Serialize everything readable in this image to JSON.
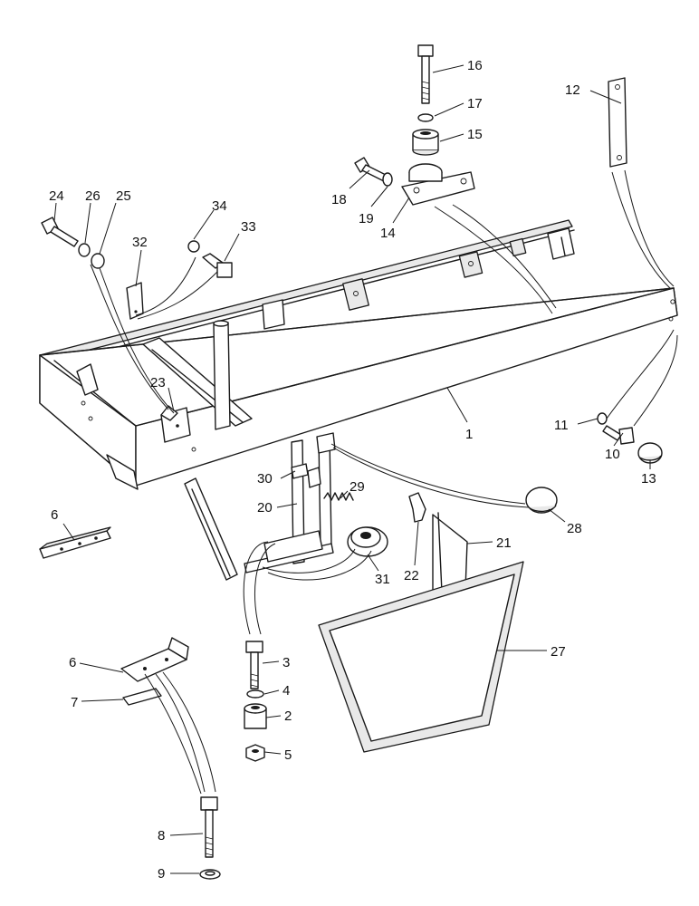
{
  "labels": {
    "1": "1",
    "2": "2",
    "3": "3",
    "4": "4",
    "5": "5",
    "6": "6",
    "6b": "6",
    "7": "7",
    "8": "8",
    "9": "9",
    "10": "10",
    "11": "11",
    "12": "12",
    "13": "13",
    "14": "14",
    "15": "15",
    "16": "16",
    "17": "17",
    "18": "18",
    "19": "19",
    "20": "20",
    "21": "21",
    "22": "22",
    "23": "23",
    "24": "24",
    "25": "25",
    "26": "26",
    "27": "27",
    "28": "28",
    "29": "29",
    "30": "30",
    "31": "31",
    "32": "32",
    "33": "33",
    "34": "34"
  }
}
